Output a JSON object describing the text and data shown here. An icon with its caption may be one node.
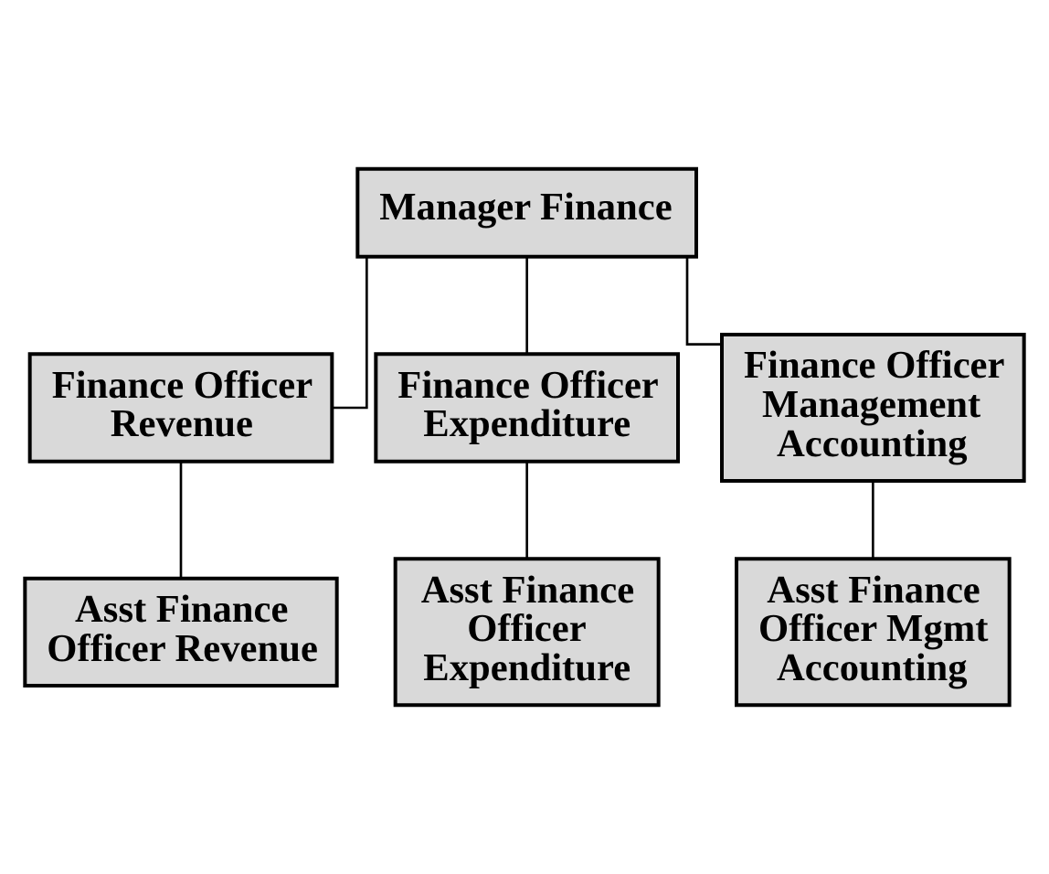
{
  "diagram": {
    "nodes": [
      {
        "text": [
          "Manager Finance"
        ]
      },
      {
        "text": [
          "Finance Officer Revenue"
        ]
      },
      {
        "text": [
          "Finance Officer Expenditure"
        ]
      },
      {
        "text": [
          "Finance Officer Management Accounting"
        ]
      },
      {
        "text": [
          "Asst Finance Officer Revenue"
        ]
      },
      {
        "text": [
          "Asst Finance Officer Expenditure"
        ]
      },
      {
        "text": [
          "Asst Finance Officer Mgmt Accounting"
        ]
      }
    ],
    "edges": [
      {
        "from": 0,
        "to": 1,
        "arrow": "none"
      },
      {
        "from": 0,
        "to": 2,
        "arrow": "none"
      },
      {
        "from": 0,
        "to": 3,
        "arrow": "none"
      },
      {
        "from": 1,
        "to": 4,
        "arrow": "none"
      },
      {
        "from": 2,
        "to": 5,
        "arrow": "none"
      },
      {
        "from": 3,
        "to": 6,
        "arrow": "none"
      }
    ]
  }
}
